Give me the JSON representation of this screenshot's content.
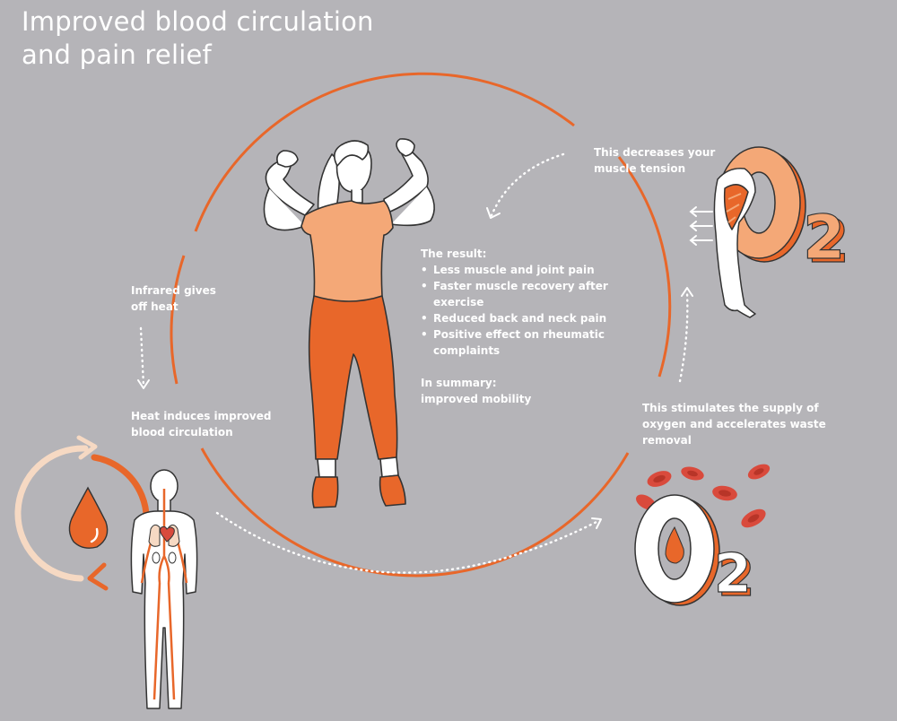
{
  "title": {
    "line1": "Improved blood circulation",
    "line2": "and pain relief"
  },
  "steps": {
    "infrared": {
      "line1": "Infrared gives",
      "line2": "off heat"
    },
    "heat": {
      "line1": "Heat induces improved",
      "line2": "blood circulation"
    },
    "stimulates": {
      "line1": "This stimulates the supply of",
      "line2": "oxygen and accelerates waste",
      "line3": "removal"
    },
    "decreases": {
      "line1": "This decreases your",
      "line2": "muscle tension"
    }
  },
  "result": {
    "heading": "The result:",
    "items": [
      {
        "line1": "Less muscle and joint pain",
        "line2": ""
      },
      {
        "line1": "Faster muscle recovery after",
        "line2": "exercise"
      },
      {
        "line1": "Reduced back and neck pain",
        "line2": ""
      },
      {
        "line1": "Positive effect on rheumatic",
        "line2": "complaints"
      }
    ],
    "summary_line1": "In summary:",
    "summary_line2": "improved mobility"
  },
  "o2": {
    "big": "O",
    "sub": "2"
  },
  "colors": {
    "background": "#b5b4b8",
    "accent_orange": "#e8672a",
    "light_orange": "#f4a877",
    "cream": "#f6d9c3",
    "blood_red": "#d94a3c",
    "white": "#ffffff",
    "outline": "#333333"
  },
  "icons": [
    "circulation-cycle-icon",
    "blood-drop-icon",
    "human-body-icon",
    "heart-icon",
    "oxygen-o2-icon",
    "red-blood-cell-icon",
    "flexed-arm-icon",
    "woman-flexing-illustration",
    "dotted-arrow-icon"
  ]
}
